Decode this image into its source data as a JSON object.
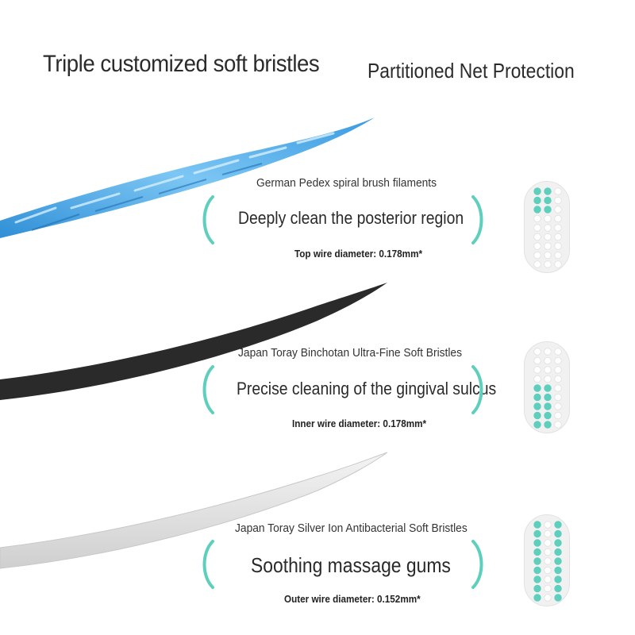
{
  "header": {
    "title": "Triple customized soft bristles",
    "subtitle": "Partitioned Net Protection"
  },
  "colors": {
    "accent": "#5fcfbd",
    "blue_filament": "#4aa7e6",
    "black_filament": "#2a2a2a",
    "white_filament": "#d9d9d9"
  },
  "sections": [
    {
      "label": "German Pedex spiral brush filaments",
      "feature": "Deeply clean the posterior region",
      "diameter": "Top wire diameter: 0.178mm*",
      "highlight_zone": "top"
    },
    {
      "label": "Japan Toray Binchotan Ultra-Fine Soft Bristles",
      "feature": "Precise cleaning of the gingival sulcus",
      "diameter": "Inner wire diameter: 0.178mm*",
      "highlight_zone": "inner"
    },
    {
      "label": "Japan Toray Silver Ion Antibacterial Soft Bristles",
      "feature": "Soothing massage gums",
      "diameter": "Outer wire diameter: 0.152mm*",
      "highlight_zone": "outer"
    }
  ]
}
